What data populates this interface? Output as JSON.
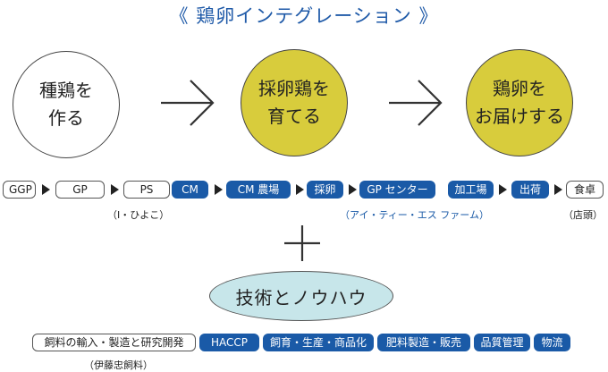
{
  "title": "《 鶏卵インテグレーション 》",
  "stages": [
    {
      "label": "種鶏を\n作る",
      "color": "#ffffff"
    },
    {
      "label": "採卵鶏を\n育てる",
      "color": "#d8cc3c"
    },
    {
      "label": "鶏卵を\nお届けする",
      "color": "#d8cc3c"
    }
  ],
  "group1": {
    "tags": [
      "GGP",
      "GP",
      "PS"
    ],
    "note": "（I・ひよこ）"
  },
  "group2": {
    "tags": [
      "CM",
      "CM 農場",
      "採卵",
      "GP センター"
    ],
    "note": "（アイ・ティー・エス ファーム）"
  },
  "group3": {
    "tags": [
      "加工場",
      "出荷",
      "食卓"
    ],
    "note": "（店頭）"
  },
  "center": {
    "label": "技術とノウハウ"
  },
  "bottom": {
    "tags": [
      {
        "label": "飼料の輸入・製造と研究開発",
        "style": "outline"
      },
      {
        "label": "HACCP",
        "style": "blue"
      },
      {
        "label": "飼育・生産・商品化",
        "style": "blue"
      },
      {
        "label": "肥料製造・販売",
        "style": "blue"
      },
      {
        "label": "品質管理",
        "style": "blue"
      },
      {
        "label": "物流",
        "style": "blue"
      }
    ],
    "note": "（伊藤忠飼料）"
  },
  "colors": {
    "accent_blue": "#1a5aa7",
    "yellow": "#d8cc3c",
    "light_blue": "#c7e6ea"
  },
  "icons": [
    "arrow-right-icon",
    "triangle-right-icon",
    "plus-icon"
  ]
}
